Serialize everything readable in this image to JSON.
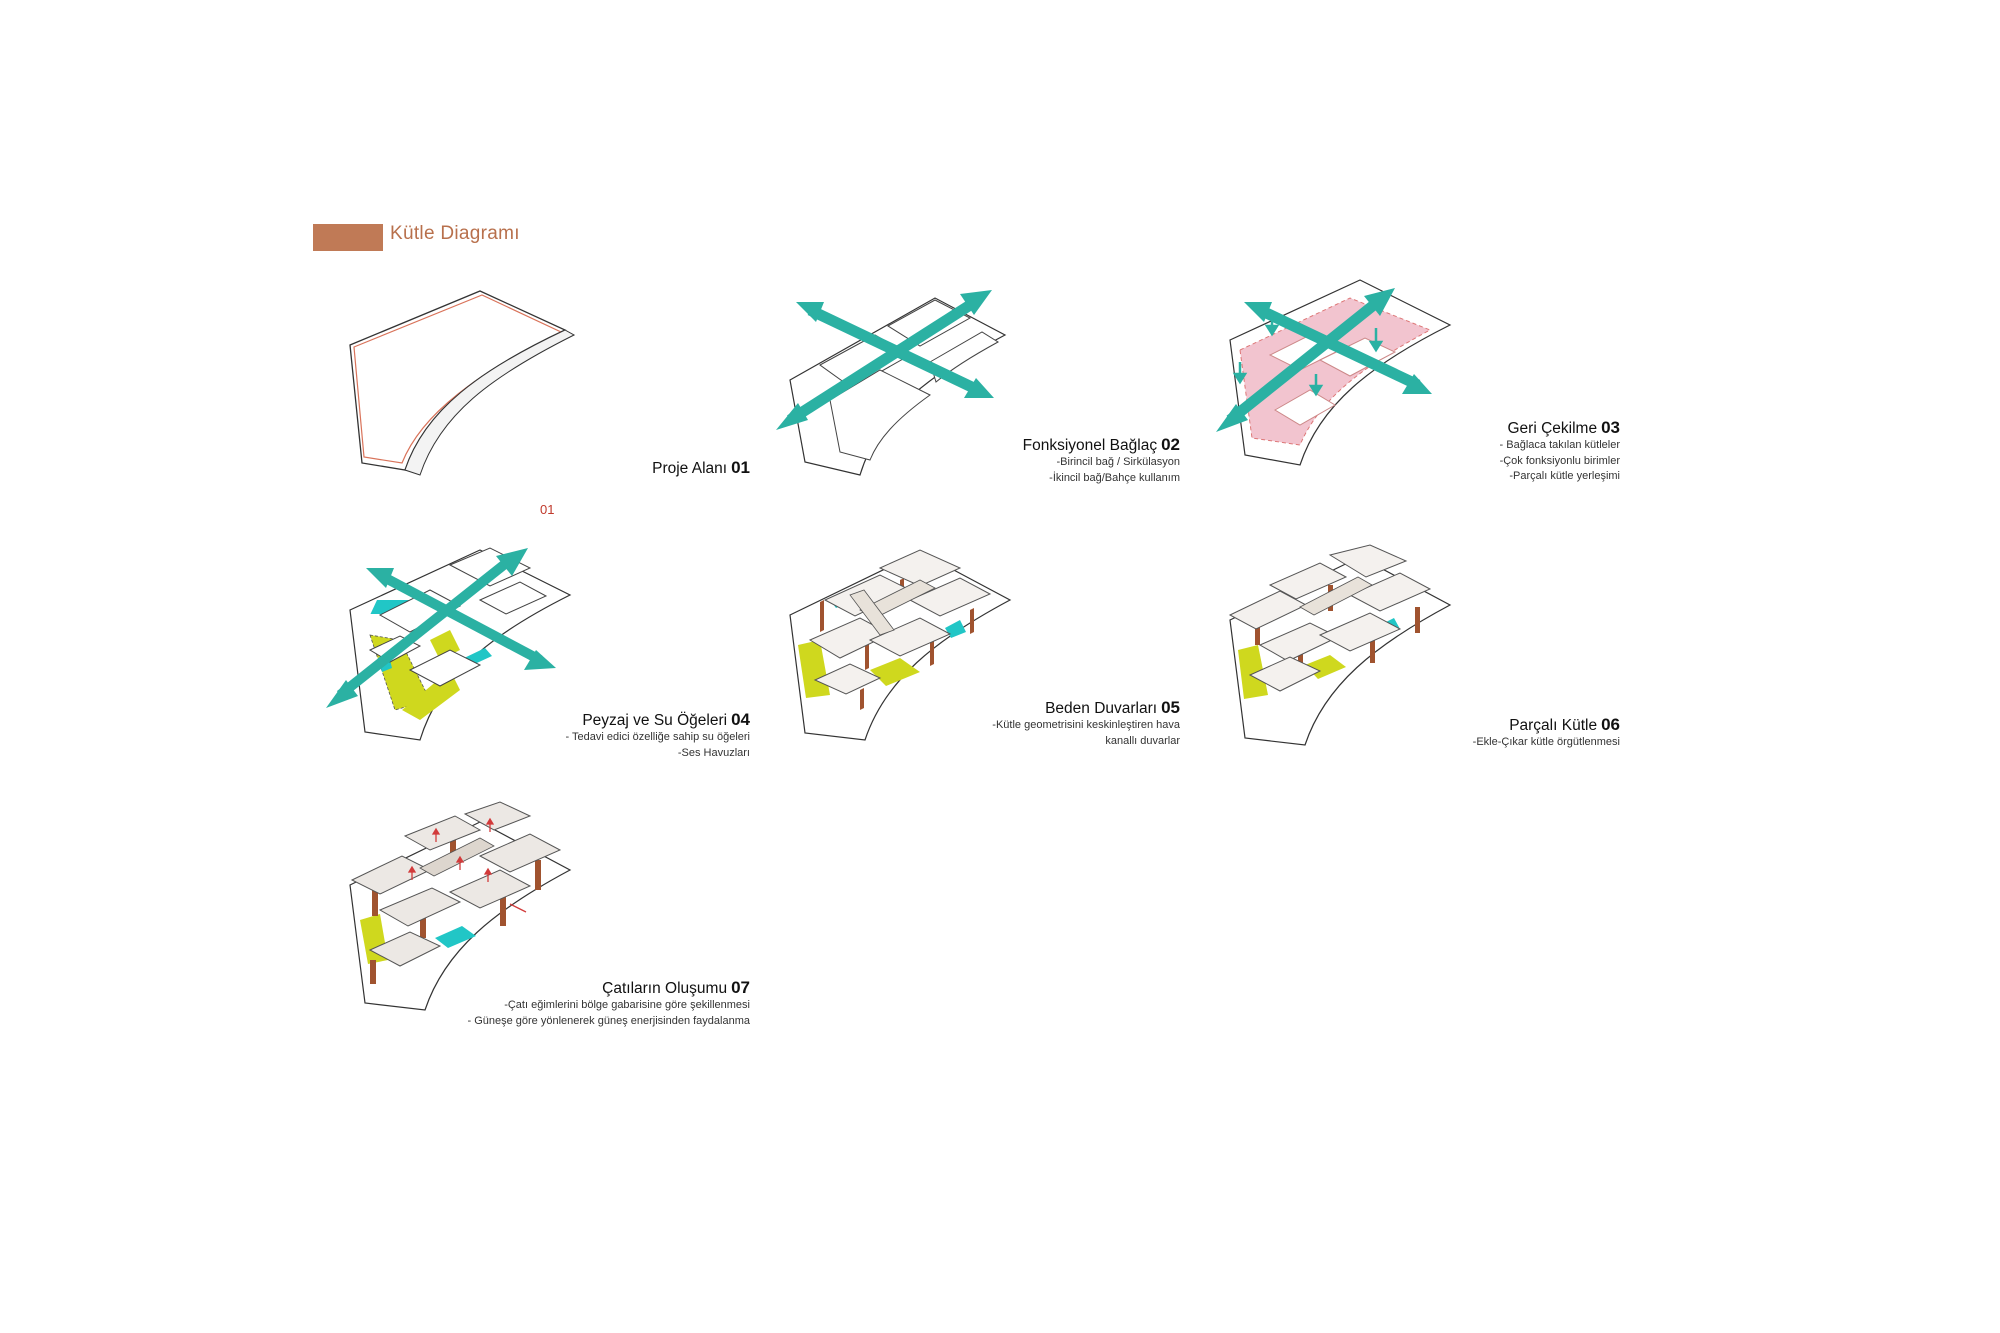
{
  "header": {
    "title": "Kütle Diagramı",
    "accent_color": "#c07a56"
  },
  "marker": "01",
  "panels": [
    {
      "id": "proje-alani",
      "title": "Proje Alanı",
      "number": "01",
      "lines": []
    },
    {
      "id": "fonksiyonel-baglac",
      "title": "Fonksiyonel Bağlaç",
      "number": "02",
      "lines": [
        "-Birincil bağ / Sirkülasyon",
        "-İkincil bağ/Bahçe kullanım"
      ]
    },
    {
      "id": "geri-cekilme",
      "title": "Geri Çekilme",
      "number": "03",
      "lines": [
        "- Bağlaca takılan kütleler",
        "-Çok fonksiyonlu birimler",
        "-Parçalı kütle yerleşimi"
      ]
    },
    {
      "id": "peyzaj-su",
      "title": "Peyzaj ve Su Öğeleri",
      "number": "04",
      "lines": [
        "- Tedavi edici özelliğe sahip su öğeleri",
        "-Ses Havuzları"
      ]
    },
    {
      "id": "beden-duvarlari",
      "title": "Beden Duvarları",
      "number": "05",
      "lines": [
        "-Kütle geometrisini keskinleştiren hava",
        "kanallı duvarlar"
      ]
    },
    {
      "id": "parcali-kutle",
      "title": "Parçalı Kütle",
      "number": "06",
      "lines": [
        "-Ekle-Çıkar kütle örgütlenmesi"
      ]
    },
    {
      "id": "catilarin-olusumu",
      "title": "Çatıların Oluşumu",
      "number": "07",
      "lines": [
        "-Çatı eğimlerini bölge gabarisine göre şekillenmesi",
        "- Güneşe göre yönlenerek güneş enerjisinden faydalanma"
      ]
    }
  ],
  "colors": {
    "arrow": "#2bb1a3",
    "landscape": "#cfd81e",
    "water": "#21c6c6",
    "wall": "#a0532f",
    "setback": "#f2c4cf",
    "mass": "#f4f1ee"
  }
}
